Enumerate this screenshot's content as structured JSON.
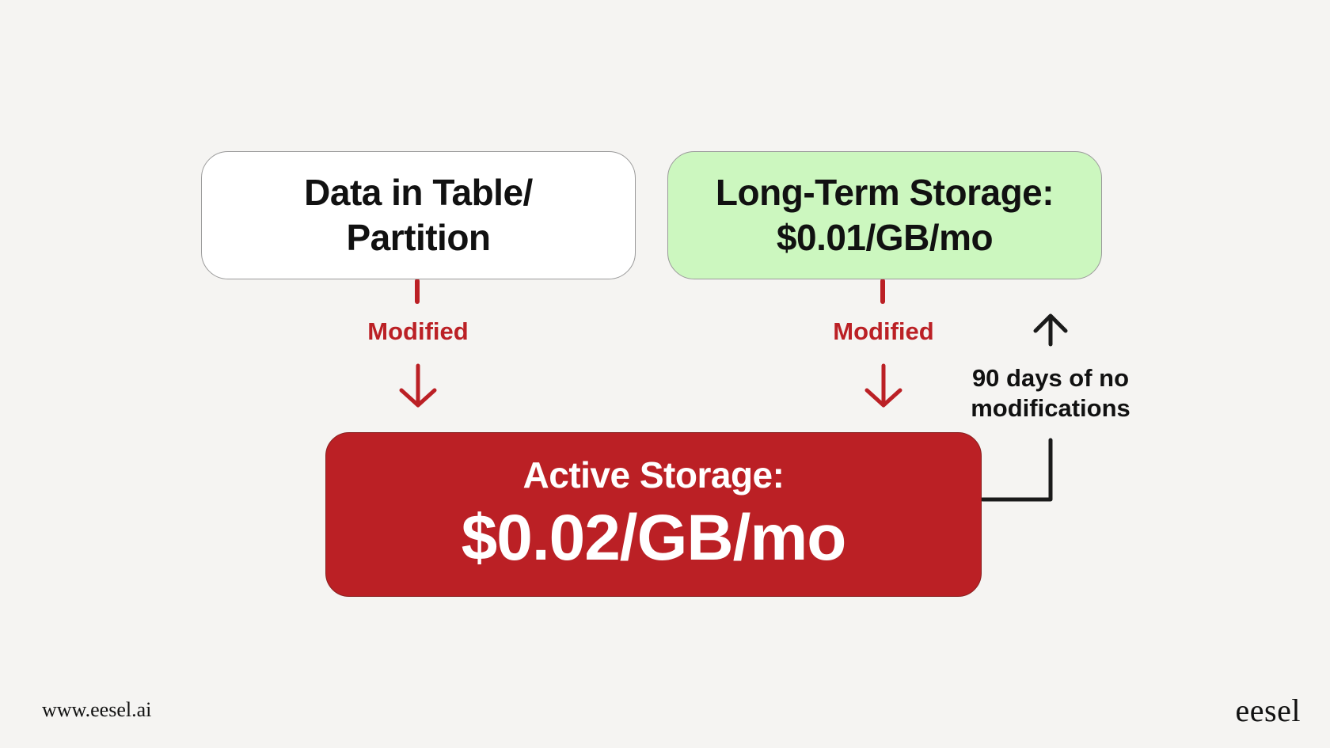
{
  "colors": {
    "background": "#f5f4f2",
    "data_box": "#ffffff",
    "long_term_box": "#ccf7bf",
    "active_box": "#bb2025",
    "modified_arrow": "#bb2025",
    "aging_arrow": "#1a1a1a"
  },
  "nodes": {
    "data_table": {
      "line1": "Data in Table/",
      "line2": "Partition"
    },
    "long_term": {
      "line1": "Long-Term Storage:",
      "line2": "$0.01/GB/mo"
    },
    "active": {
      "label": "Active Storage:",
      "price": "$0.02/GB/mo"
    }
  },
  "edges": {
    "data_to_active": {
      "label": "Modified"
    },
    "long_term_to_active": {
      "label": "Modified"
    },
    "active_to_long_term": {
      "line1": "90 days of no",
      "line2": "modifications"
    }
  },
  "footer": {
    "url": "www.eesel.ai",
    "logo": "eesel"
  }
}
